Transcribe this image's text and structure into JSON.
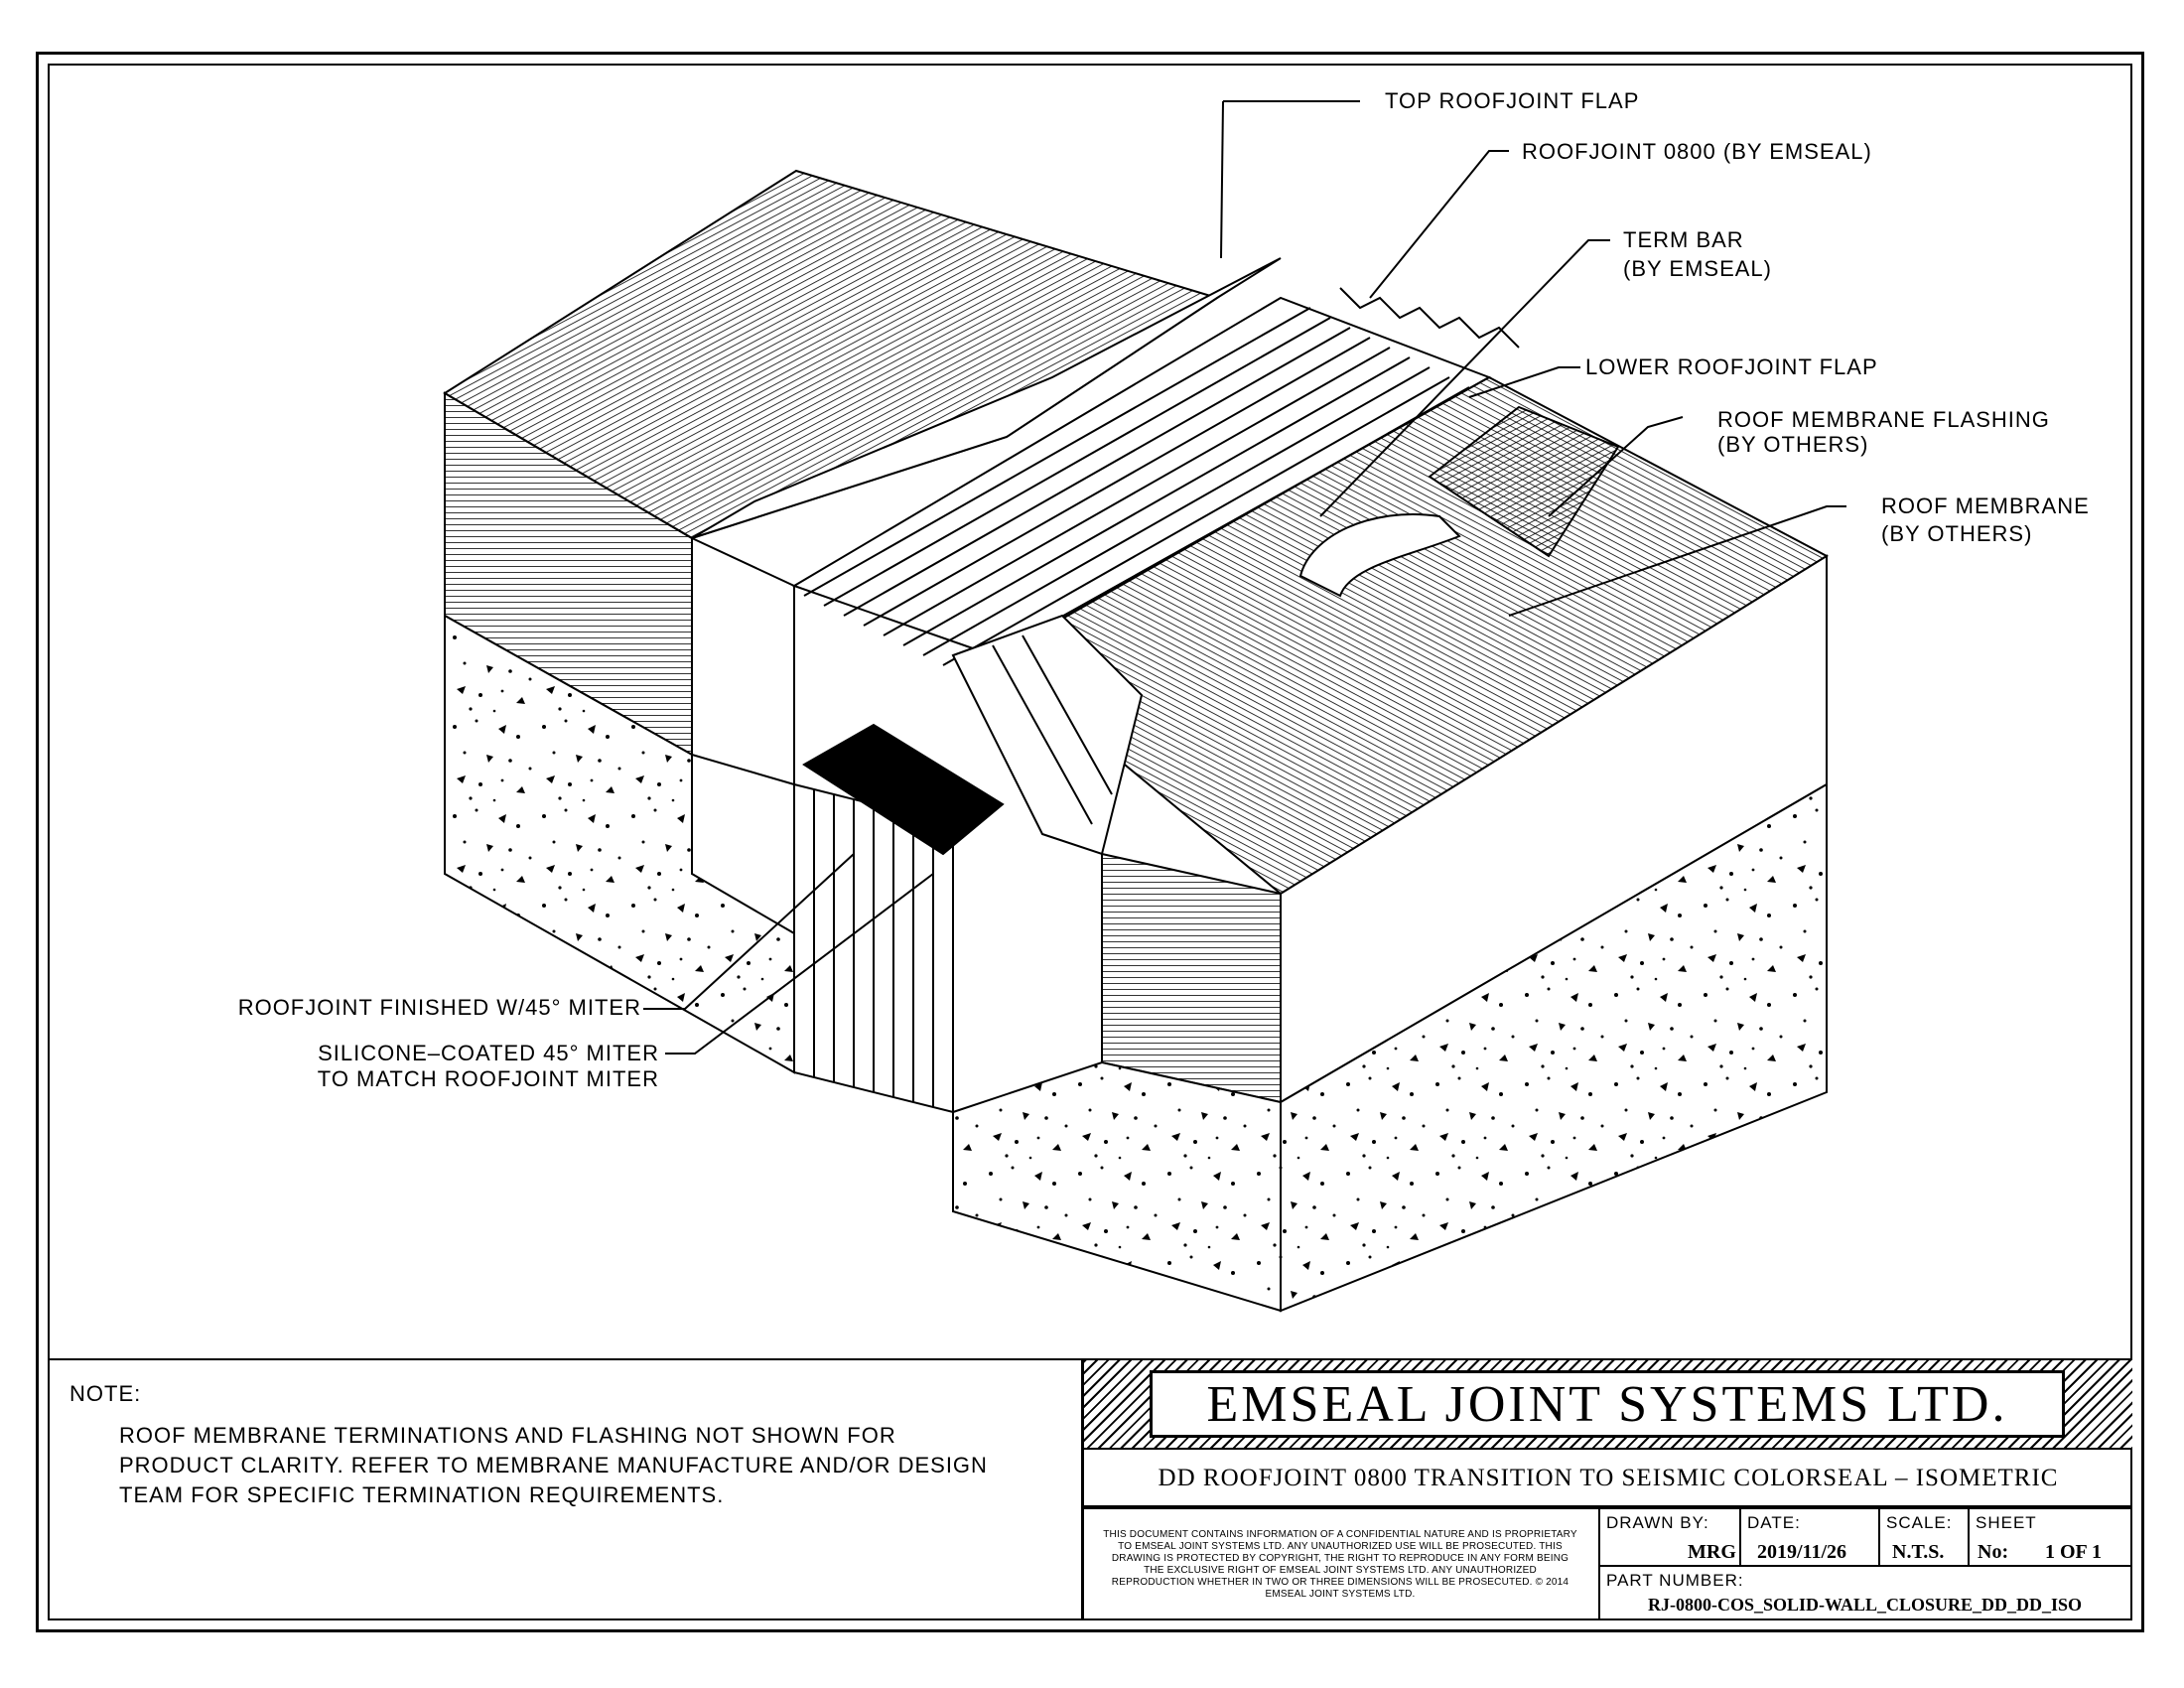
{
  "callouts": {
    "top_flap": "TOP ROOFJOINT FLAP",
    "roofjoint": "ROOFJOINT 0800 (BY EMSEAL)",
    "term_bar_1": "TERM BAR",
    "term_bar_2": "(BY EMSEAL)",
    "lower_flap": "LOWER ROOFJOINT FLAP",
    "flashing_1": "ROOF MEMBRANE FLASHING",
    "flashing_2": "(BY OTHERS)",
    "membrane_1": "ROOF MEMBRANE",
    "membrane_2": "(BY OTHERS)",
    "miter_1": "ROOFJOINT FINISHED W/45° MITER",
    "silicone_1": "SILICONE–COATED 45° MITER",
    "silicone_2": "TO MATCH ROOFJOINT MITER"
  },
  "note": {
    "title": "NOTE:",
    "text": "ROOF MEMBRANE TERMINATIONS AND FLASHING NOT SHOWN FOR PRODUCT CLARITY. REFER TO MEMBRANE MANUFACTURE AND/OR DESIGN TEAM FOR SPECIFIC TERMINATION REQUIREMENTS."
  },
  "title_block": {
    "company": "EMSEAL JOINT SYSTEMS LTD.",
    "drawing_title": "DD ROOFJOINT 0800 TRANSITION TO SEISMIC COLORSEAL – ISOMETRIC",
    "legal": "THIS DOCUMENT CONTAINS INFORMATION OF A CONFIDENTIAL NATURE AND IS PROPRIETARY TO EMSEAL JOINT SYSTEMS LTD. ANY UNAUTHORIZED USE WILL BE PROSECUTED. THIS DRAWING IS PROTECTED BY COPYRIGHT, THE RIGHT TO REPRODUCE IN ANY FORM BEING THE EXCLUSIVE RIGHT OF EMSEAL JOINT SYSTEMS LTD. ANY UNAUTHORIZED REPRODUCTION WHETHER IN TWO OR THREE DIMENSIONS WILL BE PROSECUTED. © 2014 EMSEAL JOINT SYSTEMS LTD.",
    "drawn_by_label": "DRAWN BY:",
    "drawn_by": "MRG",
    "date_label": "DATE:",
    "date": "2019/11/26",
    "scale_label": "SCALE:",
    "scale": "N.T.S.",
    "sheet_label": "SHEET",
    "sheet_no_label": "No:",
    "sheet": "1 OF 1",
    "part_label": "PART NUMBER:",
    "part_number": "RJ-0800-COS_SOLID-WALL_CLOSURE_DD_DD_ISO"
  }
}
